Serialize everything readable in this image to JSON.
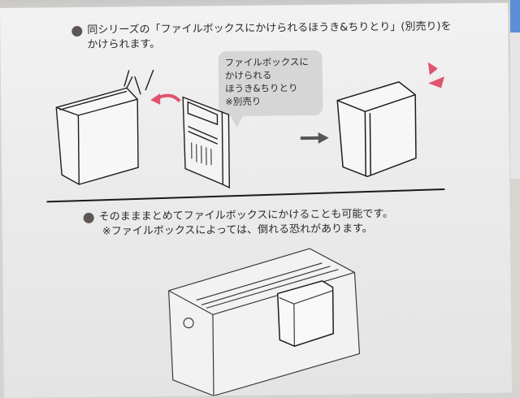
{
  "section1": {
    "bullet_icon": "filled-circle",
    "line1": "同シリーズの「ファイルボックスにかけられるほうき&ちりとり」(別売り)を",
    "line2": "かけられます。"
  },
  "callout": {
    "lines": [
      "ファイルボックスに",
      "かけられる",
      "ほうき&ちりとり",
      "※別売り"
    ]
  },
  "illustrations": {
    "step1": "container-with-hook",
    "step2": "broom-dustpan-set",
    "arrow": "right-arrow",
    "step3": "assembled-container",
    "accent_mark": "click-emphasis-marks",
    "accent_color": "#e0546e",
    "section2": "file-box-with-container"
  },
  "section2": {
    "bullet_icon": "filled-circle",
    "line1": "そのまままとめてファイルボックスにかけることも可能です。",
    "line2": "※ファイルボックスによっては、倒れる恐れがあります。"
  }
}
